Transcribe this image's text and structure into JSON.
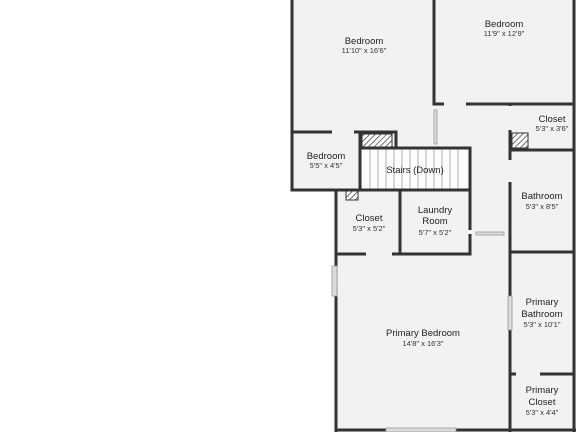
{
  "colors": {
    "background": "#ffffff",
    "floor": "#f2f2f2",
    "wall": "#333333",
    "window": "#dcdcdc",
    "stairs": "#ffffff"
  },
  "rooms": {
    "bedroom_1": {
      "name": "Bedroom",
      "dims": "11'10\" x 16'6\""
    },
    "bedroom_2": {
      "name": "Bedroom",
      "dims": "11'9\" x 12'9\""
    },
    "closet_1": {
      "name": "Closet",
      "dims": "5'3\" x 3'6\""
    },
    "bedroom_3": {
      "name": "Bedroom",
      "dims": "5'5\" x 4'5\""
    },
    "stairs": {
      "name": "Stairs (Down)"
    },
    "bathroom": {
      "name": "Bathroom",
      "dims": "5'3\" x 8'5\""
    },
    "closet_2": {
      "name": "Closet",
      "dims": "5'3\" x 5'2\""
    },
    "laundry": {
      "name_line1": "Laundry",
      "name_line2": "Room",
      "dims": "5'7\" x 5'2\""
    },
    "primary_bedroom": {
      "name": "Primary Bedroom",
      "dims": "14'8\" x 16'3\""
    },
    "primary_bathroom": {
      "name_line1": "Primary",
      "name_line2": "Bathroom",
      "dims": "5'3\" x 10'1\""
    },
    "primary_closet": {
      "name_line1": "Primary",
      "name_line2": "Closet",
      "dims": "5'3\" x 4'4\""
    }
  }
}
